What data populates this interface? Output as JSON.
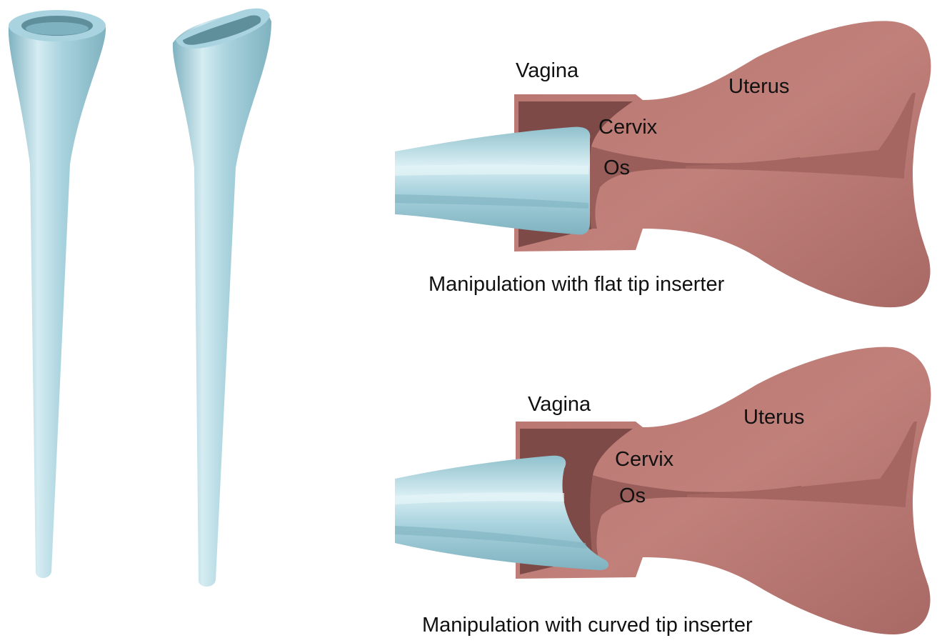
{
  "colors": {
    "inserter": "#a9d3de",
    "inserter_light": "#d5ecf2",
    "inserter_dark": "#7fb2c0",
    "tissue": "#b87570",
    "tissue_dark": "#8e5652",
    "tissue_light": "#cc8f89"
  },
  "panels": [
    {
      "labels": {
        "vagina": "Vagina",
        "uterus": "Uterus",
        "cervix": "Cervix",
        "os": "Os"
      },
      "caption": "Manipulation with flat tip inserter"
    },
    {
      "labels": {
        "vagina": "Vagina",
        "uterus": "Uterus",
        "cervix": "Cervix",
        "os": "Os"
      },
      "caption": "Manipulation with curved tip inserter"
    }
  ]
}
